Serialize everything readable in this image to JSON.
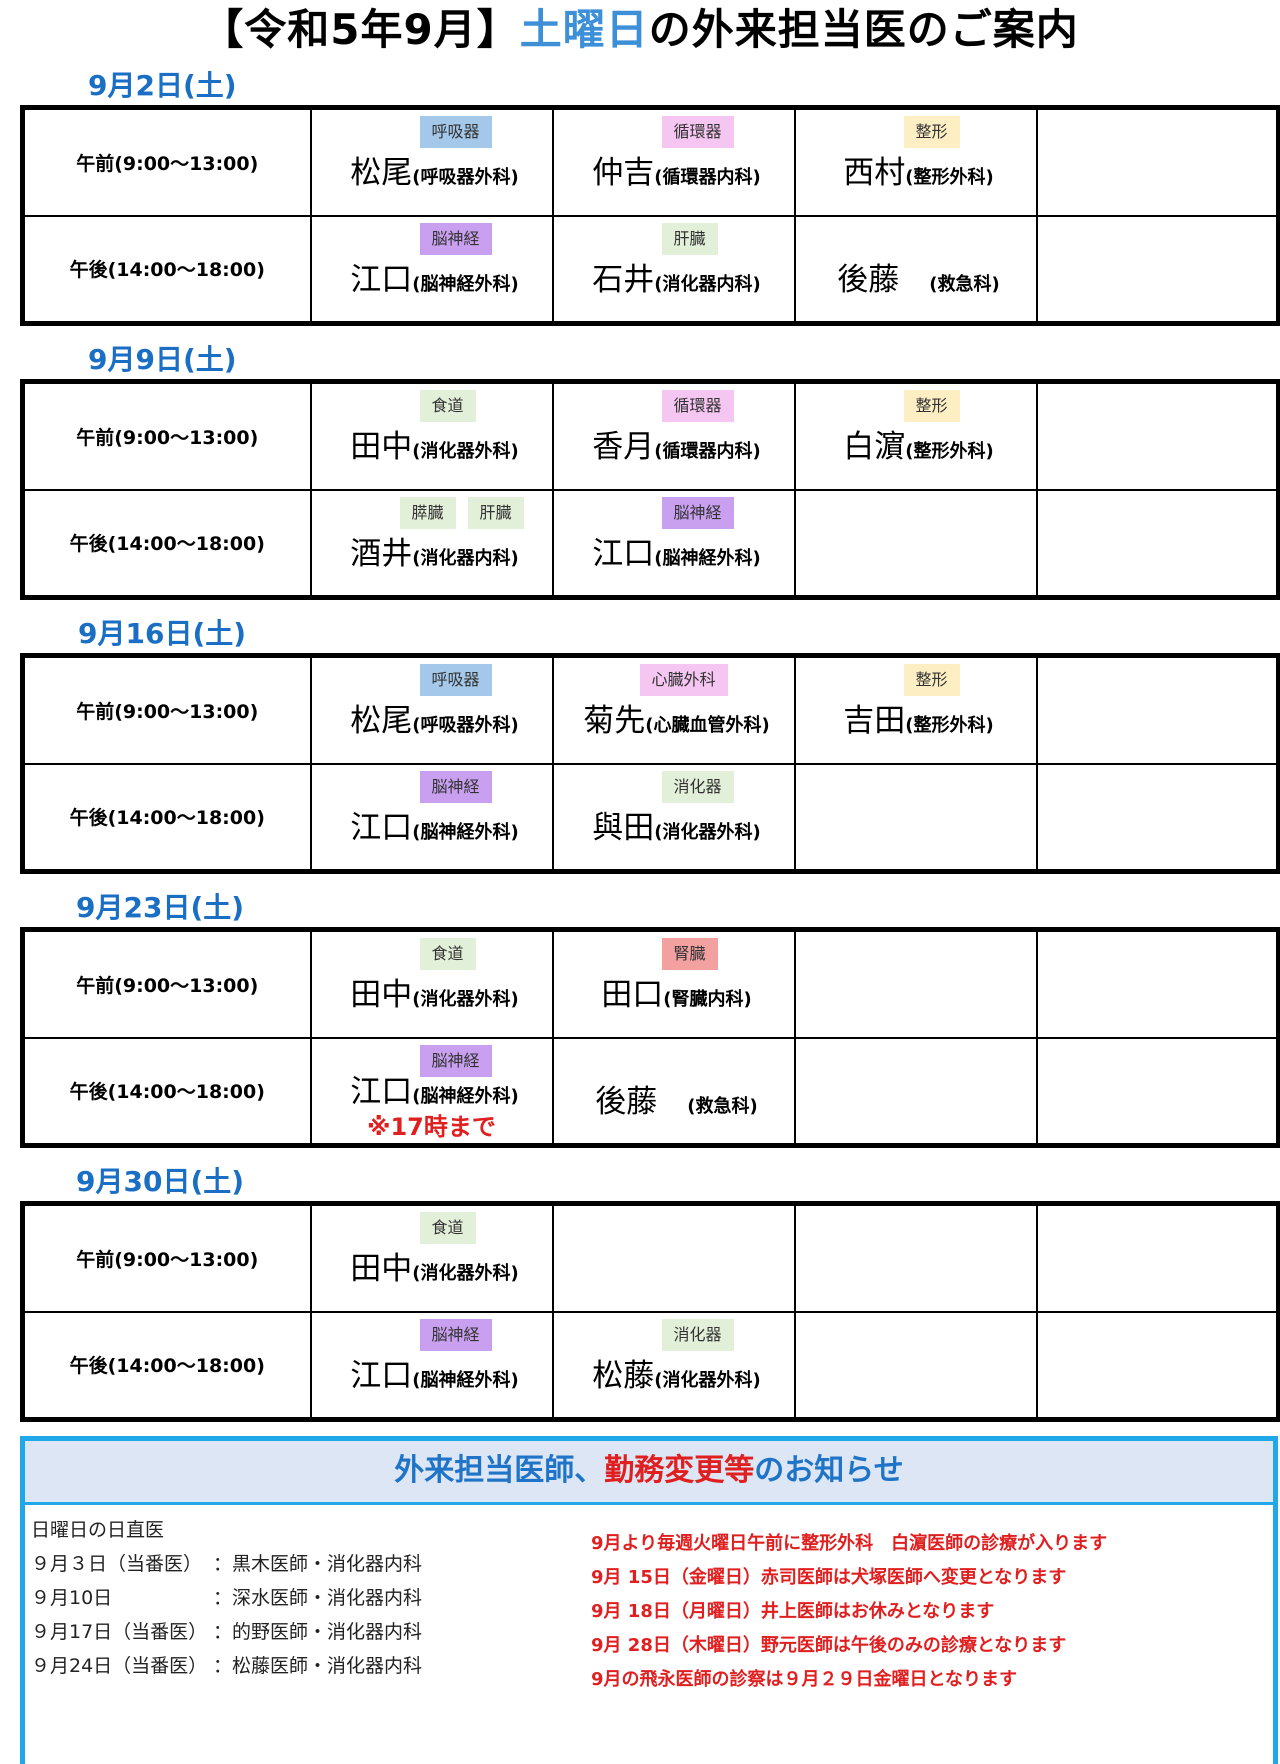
{
  "title": {
    "open": "【令和5年9月】",
    "highlight": "土曜日",
    "rest": "の外来担当医のご案内"
  },
  "tag_colors": {
    "呼吸器": "#a4c8ea",
    "循環器": "#f6c6f2",
    "整形": "#fdeec4",
    "脳神経": "#c9a0f0",
    "肝臓": "#e2efd9",
    "食道": "#e2efd9",
    "膵臓": "#e2efd9",
    "消化器": "#e2efd9",
    "心臓外科": "#f6c6f2",
    "腎臓": "#f3a0a0"
  },
  "weeks": [
    {
      "date": "9月2日(土)",
      "rows": [
        {
          "label": "午前(9:00〜13:00)",
          "cells": [
            {
              "tags": [
                "呼吸器"
              ],
              "name": "松尾",
              "dept": "(呼吸器外科)"
            },
            {
              "tags": [
                "循環器"
              ],
              "name": "仲吉",
              "dept": "(循環器内科)"
            },
            {
              "tags": [
                "整形"
              ],
              "name": "西村",
              "dept": "(整形外科)"
            },
            {}
          ]
        },
        {
          "label": "午後(14:00〜18:00)",
          "cells": [
            {
              "tags": [
                "脳神経"
              ],
              "name": "江口",
              "dept": "(脳神経外科)"
            },
            {
              "tags": [
                "肝臓"
              ],
              "name": "石井",
              "dept": "(消化器内科)"
            },
            {
              "tags": [],
              "name": "後藤",
              "dept": "(救急科)",
              "gap": true
            },
            {}
          ]
        }
      ]
    },
    {
      "date": "9月9日(土)",
      "rows": [
        {
          "label": "午前(9:00〜13:00)",
          "cells": [
            {
              "tags": [
                "食道"
              ],
              "name": "田中",
              "dept": "(消化器外科)"
            },
            {
              "tags": [
                "循環器"
              ],
              "name": "香月",
              "dept": "(循環器内科)"
            },
            {
              "tags": [
                "整形"
              ],
              "name": "白濵",
              "dept": "(整形外科)"
            },
            {}
          ]
        },
        {
          "label": "午後(14:00〜18:00)",
          "cells": [
            {
              "tags": [
                "膵臓",
                "肝臓"
              ],
              "name": "酒井",
              "dept": "(消化器内科)"
            },
            {
              "tags": [
                "脳神経"
              ],
              "name": "江口",
              "dept": "(脳神経外科)"
            },
            {},
            {}
          ]
        }
      ]
    },
    {
      "date": "9月16日(土)",
      "rows": [
        {
          "label": "午前(9:00〜13:00)",
          "cells": [
            {
              "tags": [
                "呼吸器"
              ],
              "name": "松尾",
              "dept": "(呼吸器外科)"
            },
            {
              "tags": [
                "心臓外科"
              ],
              "name": "菊先",
              "dept": "(心臓血管外科)"
            },
            {
              "tags": [
                "整形"
              ],
              "name": "吉田",
              "dept": "(整形外科)"
            },
            {}
          ]
        },
        {
          "label": "午後(14:00〜18:00)",
          "cells": [
            {
              "tags": [
                "脳神経"
              ],
              "name": "江口",
              "dept": "(脳神経外科)"
            },
            {
              "tags": [
                "消化器"
              ],
              "name": "與田",
              "dept": "(消化器外科)"
            },
            {},
            {}
          ]
        }
      ]
    },
    {
      "date": "9月23日(土)",
      "rows": [
        {
          "label": "午前(9:00〜13:00)",
          "cells": [
            {
              "tags": [
                "食道"
              ],
              "name": "田中",
              "dept": "(消化器外科)"
            },
            {
              "tags": [
                "腎臓"
              ],
              "name": "田口",
              "dept": "(腎臓内科)"
            },
            {},
            {}
          ]
        },
        {
          "label": "午後(14:00〜18:00)",
          "cells": [
            {
              "tags": [
                "脳神経"
              ],
              "name": "江口",
              "dept": "(脳神経外科)",
              "note": "※17時まで"
            },
            {
              "tags": [],
              "name": "後藤",
              "dept": "(救急科)",
              "gap": true
            },
            {},
            {}
          ]
        }
      ]
    },
    {
      "date": "9月30日(土)",
      "rows": [
        {
          "label": "午前(9:00〜13:00)",
          "cells": [
            {
              "tags": [
                "食道"
              ],
              "name": "田中",
              "dept": "(消化器外科)"
            },
            {},
            {},
            {}
          ]
        },
        {
          "label": "午後(14:00〜18:00)",
          "cells": [
            {
              "tags": [
                "脳神経"
              ],
              "name": "江口",
              "dept": "(脳神経外科)"
            },
            {
              "tags": [
                "消化器"
              ],
              "name": "松藤",
              "dept": "(消化器外科)"
            },
            {},
            {}
          ]
        }
      ]
    }
  ],
  "notice": {
    "header_blue_1": "外来担当医師、",
    "header_red": "勤務変更等",
    "header_blue_2": "のお知らせ",
    "sunday_title": "日曜日の日直医",
    "sunday": [
      {
        "date": "９月３日（当番医）",
        "text": "：黒木医師・消化器内科"
      },
      {
        "date": "９月10日",
        "text": "：深水医師・消化器内科"
      },
      {
        "date": "９月17日（当番医）",
        "text": "：的野医師・消化器内科"
      },
      {
        "date": "９月24日（当番医）",
        "text": "：松藤医師・消化器内科"
      }
    ],
    "changes": [
      "9月より毎週火曜日午前に整形外科　白濵医師の診療が入ります",
      "9月 15日（金曜日）赤司医師は犬塚医師へ変更となります",
      "9月 18日（月曜日）井上医師はお休みとなります",
      "9月 28日（木曜日）野元医師は午後のみの診療となります",
      "9月の飛永医師の診察は９月２９日金曜日となります"
    ]
  }
}
